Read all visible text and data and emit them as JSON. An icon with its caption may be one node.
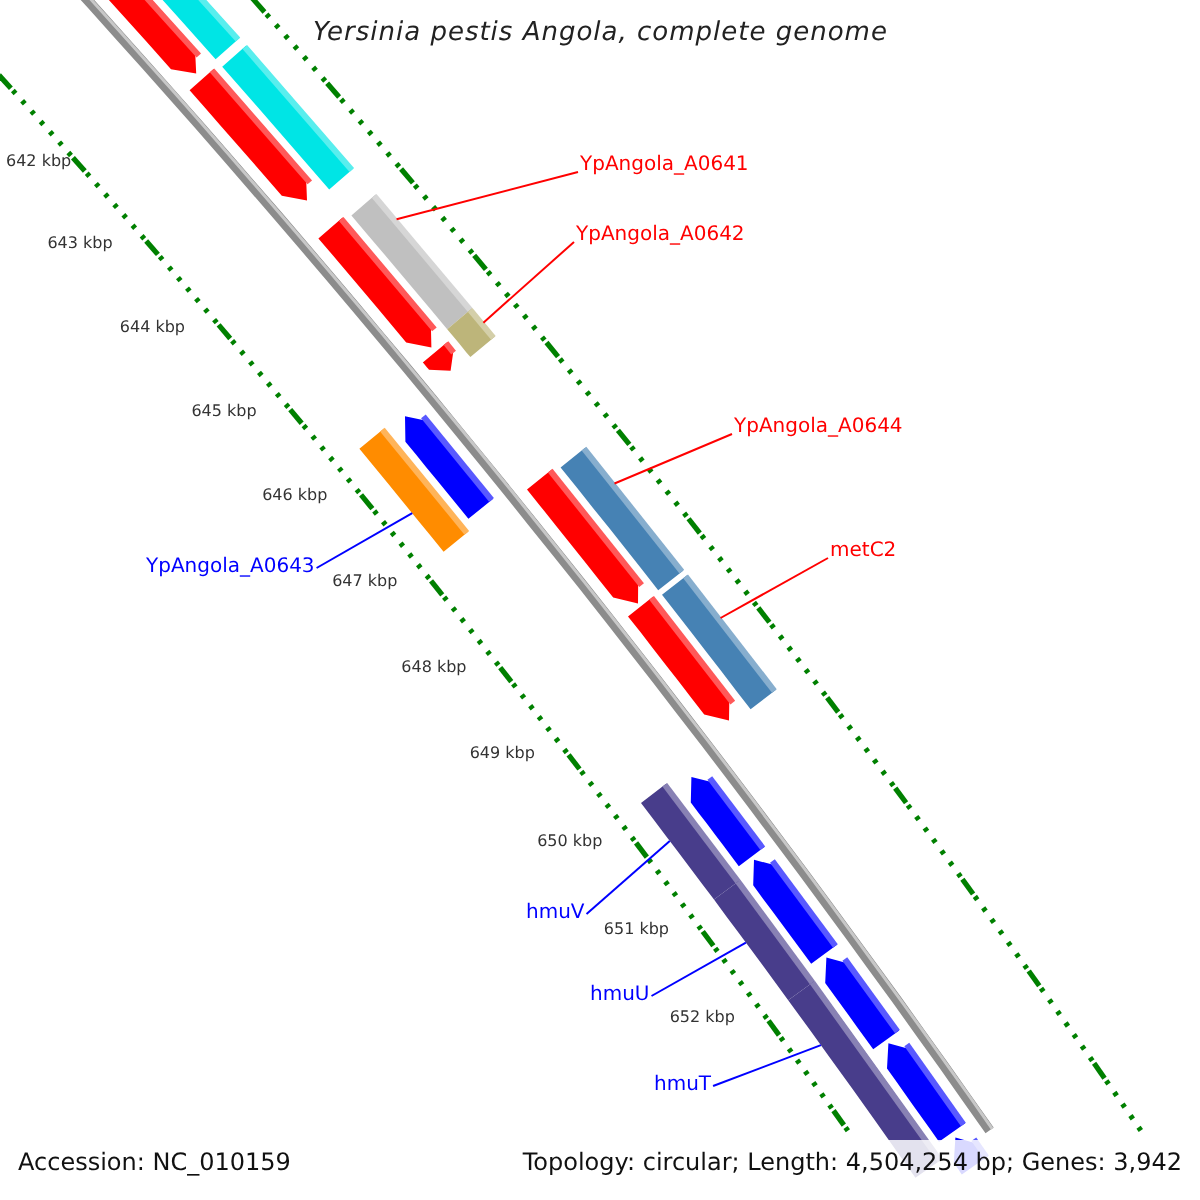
{
  "diagram": {
    "title": "Yersinia pestis Angola, complete genome",
    "nodes": [
      {
        "text": [
          "YpAngola_A0641"
        ]
      },
      {
        "text": [],
        "shape": "box"
      },
      {
        "text": [
          "YpAngola_A0642"
        ]
      },
      {
        "text": [],
        "shape": "box"
      },
      {
        "text": [
          "YpAngola_A0644"
        ]
      },
      {
        "text": [],
        "shape": "box"
      },
      {
        "text": [
          "metC2"
        ]
      },
      {
        "text": [],
        "shape": "box"
      },
      {
        "text": [
          "YpAngola_A0643"
        ]
      },
      {
        "text": [],
        "shape": "box"
      },
      {
        "text": [
          "hmuV"
        ]
      },
      {
        "text": [],
        "shape": "box"
      },
      {
        "text": [
          "hmuU"
        ]
      },
      {
        "text": [],
        "shape": "box"
      },
      {
        "text": [
          "hmuT"
        ]
      },
      {
        "text": [],
        "shape": "box"
      }
    ],
    "edges": [
      {
        "from": 0,
        "to": 1,
        "arrow": "none",
        "color": "#ff0000"
      },
      {
        "from": 2,
        "to": 3,
        "arrow": "none",
        "color": "#ff0000"
      },
      {
        "from": 4,
        "to": 5,
        "arrow": "none",
        "color": "#ff0000"
      },
      {
        "from": 6,
        "to": 7,
        "arrow": "none",
        "color": "#ff0000"
      },
      {
        "from": 8,
        "to": 9,
        "arrow": "none",
        "color": "#0000ff"
      },
      {
        "from": 10,
        "to": 11,
        "arrow": "none",
        "color": "#0000ff"
      },
      {
        "from": 12,
        "to": 13,
        "arrow": "none",
        "color": "#0000ff"
      },
      {
        "from": 14,
        "to": 15,
        "arrow": "none",
        "color": "#0000ff"
      }
    ],
    "labels": [
      "642 kbp",
      "643 kbp",
      "644 kbp",
      "645 kbp",
      "646 kbp",
      "647 kbp",
      "648 kbp",
      "649 kbp",
      "650 kbp",
      "651 kbp",
      "652 kbp",
      "Accession: NC_010159",
      "Topology: circular; Length: 4,504,254 bp; Genes: 3,942"
    ]
  }
}
